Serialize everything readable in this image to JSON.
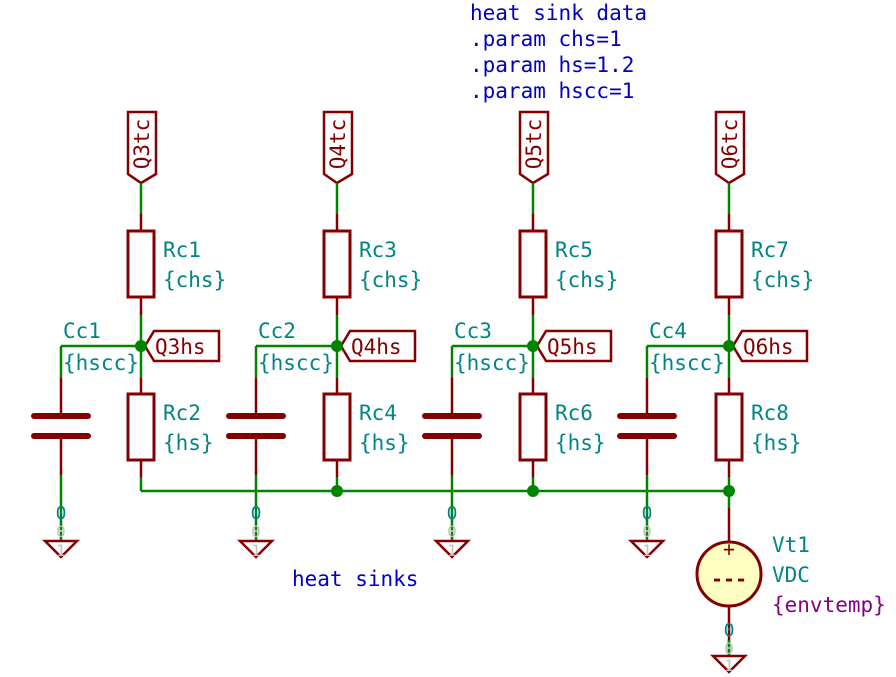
{
  "notes": {
    "heat_sink_data": [
      "heat sink data",
      ".param chs=1",
      ".param hs=1.2",
      ".param hscc=1"
    ],
    "heat_sinks_label": "heat sinks"
  },
  "columns": [
    {
      "top_label": "Q3tc",
      "r_top": {
        "ref": "Rc1",
        "value": "{chs}"
      },
      "r_bot": {
        "ref": "Rc2",
        "value": "{hs}"
      },
      "cap": {
        "ref": "Cc1",
        "value": "{hscc}"
      },
      "hs_label": "Q3hs"
    },
    {
      "top_label": "Q4tc",
      "r_top": {
        "ref": "Rc3",
        "value": "{chs}"
      },
      "r_bot": {
        "ref": "Rc4",
        "value": "{hs}"
      },
      "cap": {
        "ref": "Cc2",
        "value": "{hscc}"
      },
      "hs_label": "Q4hs"
    },
    {
      "top_label": "Q5tc",
      "r_top": {
        "ref": "Rc5",
        "value": "{chs}"
      },
      "r_bot": {
        "ref": "Rc6",
        "value": "{hs}"
      },
      "cap": {
        "ref": "Cc3",
        "value": "{hscc}"
      },
      "hs_label": "Q5hs"
    },
    {
      "top_label": "Q6tc",
      "r_top": {
        "ref": "Rc7",
        "value": "{chs}"
      },
      "r_bot": {
        "ref": "Rc8",
        "value": "{hs}"
      },
      "cap": {
        "ref": "Cc4",
        "value": "{hscc}"
      },
      "hs_label": "Q6hs"
    }
  ],
  "source": {
    "ref": "Vt1",
    "type": "VDC",
    "value": "{envtemp}",
    "plus": "+",
    "minus": "---"
  },
  "ground": {
    "net_name": "0",
    "pin_name": "0",
    "pin_number": "1"
  },
  "colors": {
    "wire": "#008400",
    "component": "#840000",
    "ref_text": "#008484",
    "note_text": "#0000c4",
    "spice_value": "#840084",
    "source_fill": "#ffffc2"
  }
}
